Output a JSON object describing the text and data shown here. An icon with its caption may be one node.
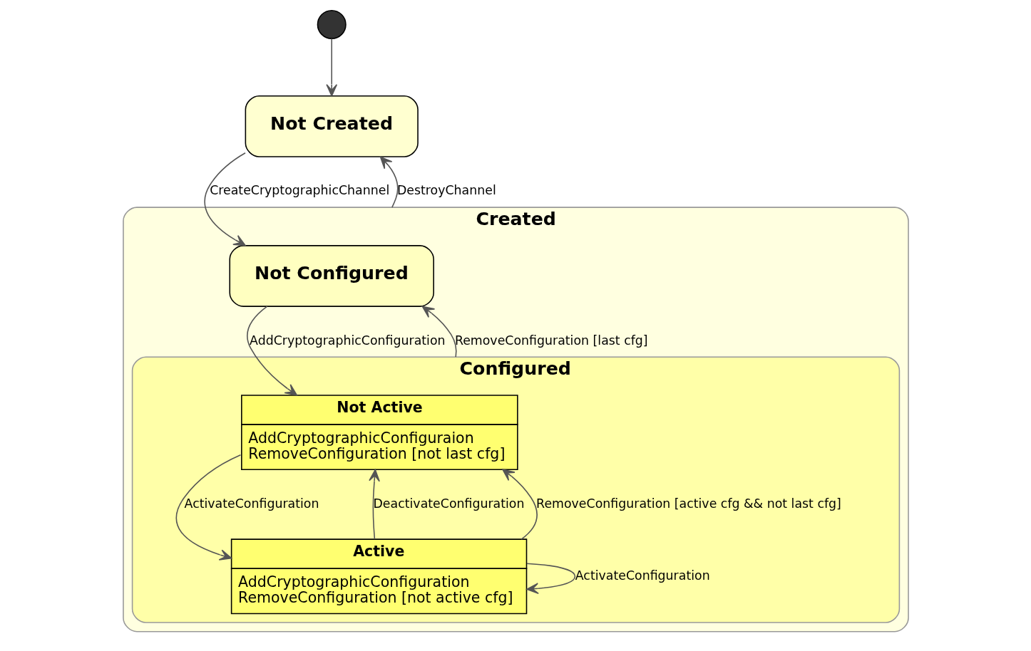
{
  "diagram": {
    "nodes": [
      {
        "text": [],
        "shape": "circle"
      },
      {
        "text": [
          "Not Created"
        ]
      },
      {
        "text": [
          "Created"
        ]
      },
      {
        "text": [
          "Not Configured"
        ],
        "in": 2
      },
      {
        "text": [
          "Configured"
        ],
        "in": 2
      },
      {
        "text": [
          "Not Active",
          "AddCryptographicConfiguraion",
          "RemoveConfiguration [not last cfg]"
        ],
        "in": 4
      },
      {
        "text": [
          "Active",
          "AddCryptographicConfiguration",
          "RemoveConfiguration [not active cfg]"
        ],
        "in": 4
      }
    ],
    "edges": [
      {
        "from": 0,
        "to": 1,
        "arrow": "to"
      },
      {
        "from": 1,
        "to": 3,
        "arrow": "to",
        "label": "CreateCryptographicChannel"
      },
      {
        "from": 3,
        "to": 5,
        "arrow": "to",
        "label": "AddCryptographicConfiguration"
      },
      {
        "from": 4,
        "to": 3,
        "arrow": "to",
        "label": "RemoveConfiguration [last cfg]"
      },
      {
        "from": 2,
        "to": 1,
        "arrow": "to",
        "label": "DestroyChannel"
      },
      {
        "from": 5,
        "to": 6,
        "arrow": "to",
        "label": "ActivateConfiguration"
      },
      {
        "from": 6,
        "to": 5,
        "arrow": "to",
        "label": "DeactivateConfiguration"
      },
      {
        "from": 6,
        "to": 5,
        "arrow": "to",
        "label": "RemoveConfiguration [active cfg && not last cfg]"
      },
      {
        "from": 6,
        "to": 6,
        "arrow": "to",
        "label": "ActivateConfiguration"
      }
    ]
  }
}
